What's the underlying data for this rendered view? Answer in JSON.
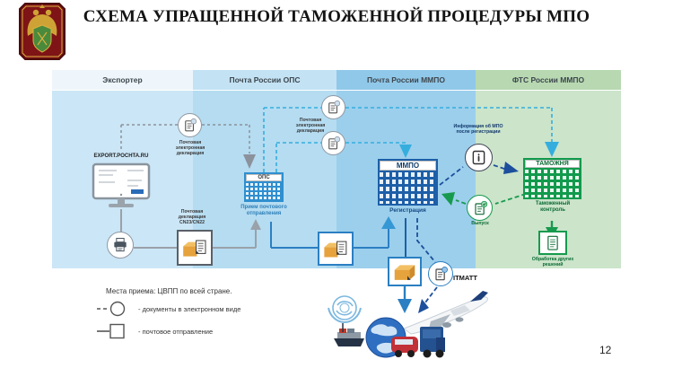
{
  "slide": {
    "title": "СХЕМА УПРАЩЕННОЙ ТАМОЖЕННОЙ ПРОЦЕДУРЫ МПО",
    "page_number": "12"
  },
  "columns": [
    {
      "label": "Экспортер",
      "header_bg": "#eef6fb",
      "band_bg": "#cbe6f6"
    },
    {
      "label": "Почта России ОПС",
      "header_bg": "#c3e2f4",
      "band_bg": "#b5dcf1"
    },
    {
      "label": "Почта России ММПО",
      "header_bg": "#90c8e9",
      "band_bg": "#9ccfec"
    },
    {
      "label": "ФТС России ММПО",
      "header_bg": "#b7d8b1",
      "band_bg": "#cbe4ca"
    }
  ],
  "nodes": {
    "export_site": "EXPORT.POCHTA.RU",
    "edeclaration_a": "Почтовая электронная декларация",
    "edeclaration_b": "Почтовая электронная декларация",
    "cn_declaration": "Почтовая декларация CN23/CN22",
    "ops_name": "ОПС",
    "ops_caption": "Прием почтового отправления",
    "mmpo_name": "ММПО",
    "mmpo_caption": "Регистрация",
    "customs_name": "ТАМОЖНЯ",
    "customs_caption": "Таможенный контроль",
    "info_label": "Информация об МПО после регистрации",
    "release_label": "Выпуск",
    "decisions_label": "Обработка других решений",
    "itmatt_label": "ITMATT"
  },
  "legend": {
    "title": "Места приема: ЦВПП по всей стране.",
    "items": [
      {
        "shape": "circle",
        "label": "- документы в электронном виде"
      },
      {
        "shape": "square",
        "label": "- почтовое отправление"
      }
    ]
  },
  "icons": {
    "coat-of-arms-icon": "double-headed-eagle-on-red-shield",
    "document-icon": "lined-document-in-circle",
    "document-check-icon": "document-with-green-checkmark",
    "document-info-icon": "document-with-info-badge",
    "package-icon": "cardboard-box",
    "package-document-icon": "box-with-declaration-sheet",
    "printer-icon": "printer-in-circle",
    "monitor-icon": "computer-monitor-with-form",
    "transport-illustration": "upu-emblem-globe-ship-van-truck-airplane"
  },
  "colors": {
    "accent_cyan": "#35aede",
    "accent_blue": "#2b7fc2",
    "dark_blue": "#1d5fa8",
    "accent_green": "#179a4e",
    "line_gray": "#8b929c",
    "ops_building": "#2f8fcf",
    "mmpo_building": "#1d5fa8",
    "customs_building": "#129a4d"
  }
}
